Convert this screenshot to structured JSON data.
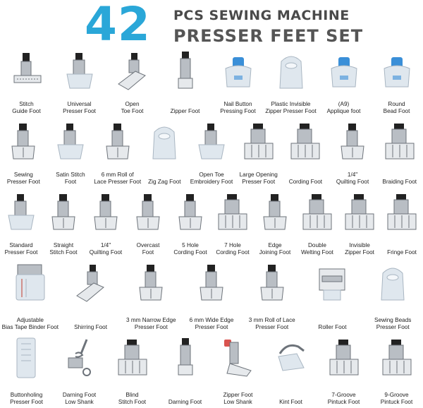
{
  "header": {
    "count": "42",
    "line1": "PCS SEWING MACHINE",
    "line2": "PRESSER FEET SET"
  },
  "rows": [
    {
      "cols": 8,
      "items": [
        {
          "label": "Stitch\nGuide Foot",
          "icon": "stitch-guide-foot",
          "kind": "metal-guide"
        },
        {
          "label": "Universal\nPresser Foot",
          "icon": "universal-presser-foot",
          "kind": "clear-shank"
        },
        {
          "label": "Open\nToe Foot",
          "icon": "open-toe-foot",
          "kind": "metal-angled"
        },
        {
          "label": "Zipper Foot",
          "icon": "zipper-foot",
          "kind": "metal-tall"
        },
        {
          "label": "Nail Button\nPressing Foot",
          "icon": "nail-button-foot",
          "kind": "clear-blue"
        },
        {
          "label": "Plastic Invisible\nZipper Presser Foot",
          "icon": "plastic-invisible-zipper-foot",
          "kind": "clear-dome"
        },
        {
          "label": "(A9)\nApplique foot",
          "icon": "applique-foot",
          "kind": "clear-blue"
        },
        {
          "label": "Round\nBead Foot",
          "icon": "round-bead-foot",
          "kind": "clear-blue"
        }
      ]
    },
    {
      "cols": 9,
      "items": [
        {
          "label": "Sewing\nPresser Foot",
          "icon": "sewing-presser-foot",
          "kind": "metal-standard"
        },
        {
          "label": "Satin Stitch\nFoot",
          "icon": "satin-stitch-foot",
          "kind": "clear-shank"
        },
        {
          "label": "6 mm Roll of\nLace Presser Foot",
          "icon": "roll-lace-foot",
          "kind": "metal-standard"
        },
        {
          "label": "Zig Zag Foot",
          "icon": "zig-zag-foot",
          "kind": "clear-dome"
        },
        {
          "label": "Open Toe\nEmbroidery Foot",
          "icon": "open-toe-embroidery-foot",
          "kind": "clear-shank"
        },
        {
          "label": "Large Opening\nPresser Foot",
          "icon": "large-opening-foot",
          "kind": "metal-wide"
        },
        {
          "label": "Cording Foot",
          "icon": "cording-foot",
          "kind": "metal-wide"
        },
        {
          "label": "1/4\"\nQuilting Foot",
          "icon": "quarter-quilting-foot",
          "kind": "metal-standard"
        },
        {
          "label": "Braiding Foot",
          "icon": "braiding-foot",
          "kind": "metal-wide"
        }
      ]
    },
    {
      "cols": 9,
      "items": [
        {
          "label": "Standard\nPresser Foot",
          "icon": "standard-presser-foot",
          "kind": "clear-shank"
        },
        {
          "label": "Straight\nStitch Foot",
          "icon": "straight-stitch-foot",
          "kind": "metal-standard"
        },
        {
          "label": "1/4\"\nQuilting Foot",
          "icon": "quarter-quilting-foot-2",
          "kind": "metal-standard"
        },
        {
          "label": "Overcast\nFoot",
          "icon": "overcast-foot",
          "kind": "metal-standard"
        },
        {
          "label": "5 Hole\nCording Foot",
          "icon": "five-hole-cording-foot",
          "kind": "metal-standard"
        },
        {
          "label": "7 Hole\nCording Foot",
          "icon": "seven-hole-cording-foot",
          "kind": "metal-wide"
        },
        {
          "label": "Edge\nJoining Foot",
          "icon": "edge-joining-foot",
          "kind": "metal-standard"
        },
        {
          "label": "Double\nWelting Foot",
          "icon": "double-welting-foot",
          "kind": "metal-wide"
        },
        {
          "label": "Invisible\nZipper Foot",
          "icon": "invisible-zipper-foot",
          "kind": "metal-wide"
        },
        {
          "label": "Fringe Foot",
          "icon": "fringe-foot",
          "kind": "metal-wide"
        }
      ]
    },
    {
      "cols": 7,
      "items": [
        {
          "label": "Adjustable\nBias Tape Binder Foot",
          "icon": "bias-tape-binder-foot",
          "kind": "clear-binder"
        },
        {
          "label": "Shirring Foot",
          "icon": "shirring-foot",
          "kind": "metal-angled"
        },
        {
          "label": "3 mm Narrow Edge\nPresser Foot",
          "icon": "narrow-edge-foot",
          "kind": "metal-standard"
        },
        {
          "label": "6 mm Wide Edge\nPresser Foot",
          "icon": "wide-edge-foot",
          "kind": "metal-standard"
        },
        {
          "label": "3 mm Roll of Lace\nPresser Foot",
          "icon": "roll-lace-foot-3mm",
          "kind": "metal-standard"
        },
        {
          "label": "Roller Foot",
          "icon": "roller-foot",
          "kind": "metal-roller"
        },
        {
          "label": "Sewing Beads\nPresser Foot",
          "icon": "sewing-beads-foot",
          "kind": "clear-dome"
        }
      ]
    },
    {
      "cols": 8,
      "items": [
        {
          "label": "Buttonholing\nPresser Foot",
          "icon": "buttonholing-foot",
          "kind": "clear-buttonhole"
        },
        {
          "label": "Darning Foot\nLow Shank",
          "icon": "darning-foot-low-shank",
          "kind": "metal-spring"
        },
        {
          "label": "Blind\nStitch Foot",
          "icon": "blind-stitch-foot",
          "kind": "metal-wide"
        },
        {
          "label": "Darning Foot",
          "icon": "darning-foot",
          "kind": "metal-tall"
        },
        {
          "label": "Zipper Foot\nLow Shank",
          "icon": "zipper-foot-low-shank",
          "kind": "metal-red"
        },
        {
          "label": "Kint Foot",
          "icon": "knit-foot",
          "kind": "metal-curved"
        },
        {
          "label": "7-Groove\nPintuck Foot",
          "icon": "seven-groove-pintuck-foot",
          "kind": "metal-wide"
        },
        {
          "label": "9-Groove\nPintuck Foot",
          "icon": "nine-groove-pintuck-foot",
          "kind": "metal-wide"
        }
      ]
    }
  ]
}
